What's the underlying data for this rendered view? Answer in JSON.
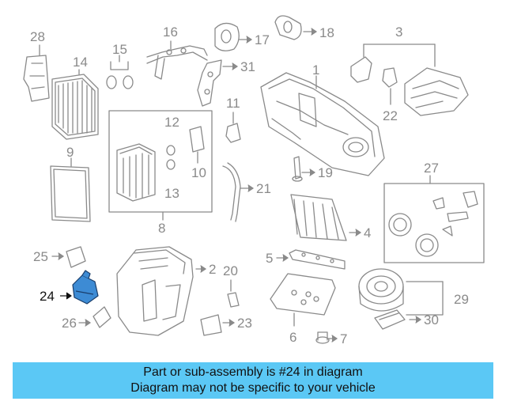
{
  "diagram": {
    "callouts": {
      "c1": "1",
      "c2": "2",
      "c3": "3",
      "c4": "4",
      "c5": "5",
      "c6": "6",
      "c7": "7",
      "c8": "8",
      "c9": "9",
      "c10": "10",
      "c11": "11",
      "c12": "12",
      "c13": "13",
      "c14": "14",
      "c15": "15",
      "c16": "16",
      "c17": "17",
      "c18": "18",
      "c19": "19",
      "c20": "20",
      "c21": "21",
      "c22": "22",
      "c23": "23",
      "c24": "24",
      "c25": "25",
      "c26": "26",
      "c27": "27",
      "c28": "28",
      "c29": "29",
      "c30": "30",
      "c31": "31"
    },
    "highlighted_part": "24",
    "colors": {
      "line": "#8a8a8a",
      "highlight_fill": "#3d8bd4",
      "banner": "#5bc8f5"
    }
  },
  "banner": {
    "line1": "Part or sub-assembly is #24 in diagram",
    "line2": "Diagram may not be specific to your vehicle"
  }
}
